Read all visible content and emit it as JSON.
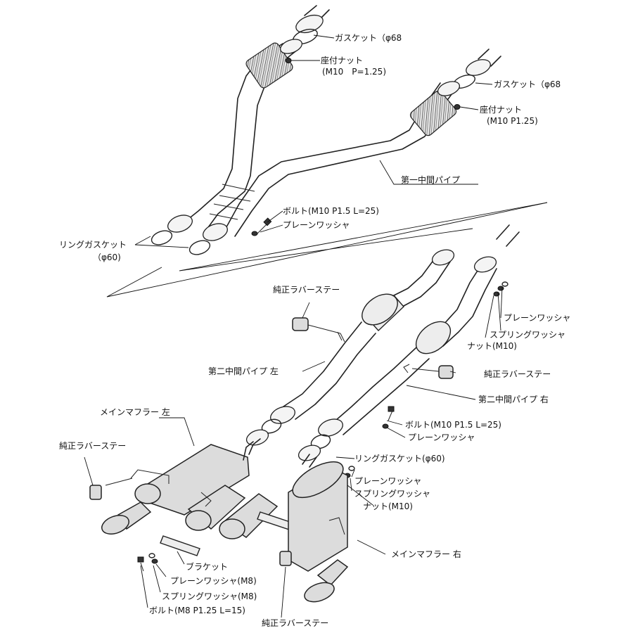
{
  "labels": {
    "gasket_68_top": "ガスケット（φ68",
    "nut_top": "座付ナット",
    "nut_top_spec": "(M10　P=1.25)",
    "gasket_68_right": "ガスケット（φ68",
    "nut_right": "座付ナット",
    "nut_right_spec": "(M10 P1.25)",
    "first_mid_pipe": "第一中間パイプ",
    "bolt_mid": "ボルト(M10 P1.5 L=25)",
    "plain_washer_mid": "プレーンワッシャ",
    "ring_gasket_60": "リングガスケット",
    "ring_gasket_60_spec": "（φ60)",
    "rubber_stay_top": "純正ラバーステー",
    "plain_washer_r": "プレーンワッシャ",
    "spring_washer_r": "スプリングワッシャ",
    "nut_m10_r": "ナット(M10)",
    "second_mid_left": "第二中間パイプ 左",
    "rubber_stay_right": "純正ラバーステー",
    "second_mid_right": "第二中間パイプ 右",
    "main_muffler_left": "メインマフラー 左",
    "bolt_lower": "ボルト(M10 P1.5 L=25)",
    "plain_washer_lower": "プレーンワッシャ",
    "rubber_stay_left": "純正ラバーステー",
    "ring_gasket_lower": "リングガスケット(φ60)",
    "plain_washer_lower2": "プレーンワッシャ",
    "spring_washer_lower2": "スプリングワッシャ",
    "nut_m10_lower": "ナット(M10)",
    "main_muffler_right": "メインマフラー 右",
    "bracket": "ブラケット",
    "plain_washer_m8": "プレーンワッシャ(M8)",
    "spring_washer_m8": "スプリングワッシャ(M8)",
    "bolt_m8": "ボルト(M8 P1.25 L=15)",
    "rubber_stay_bottom": "純正ラバーステー"
  }
}
